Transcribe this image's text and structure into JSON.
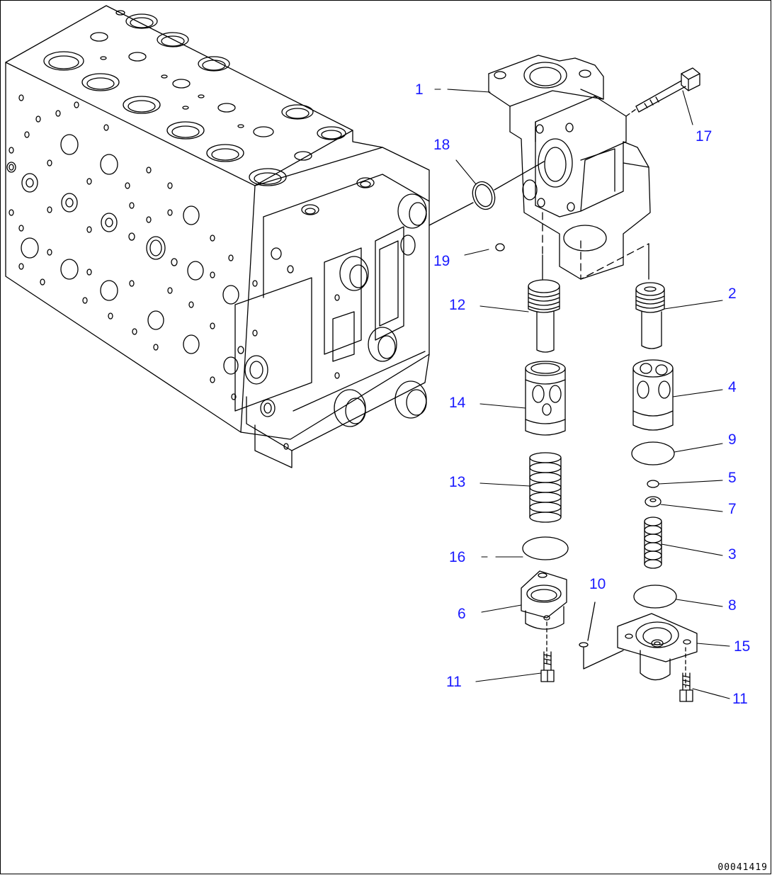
{
  "figure_number": "00041419",
  "callouts": [
    {
      "id": "c1",
      "label": "1"
    },
    {
      "id": "c2",
      "label": "2"
    },
    {
      "id": "c3",
      "label": "3"
    },
    {
      "id": "c4",
      "label": "4"
    },
    {
      "id": "c5",
      "label": "5"
    },
    {
      "id": "c6",
      "label": "6"
    },
    {
      "id": "c7",
      "label": "7"
    },
    {
      "id": "c8",
      "label": "8"
    },
    {
      "id": "c9",
      "label": "9"
    },
    {
      "id": "c10",
      "label": "10"
    },
    {
      "id": "c11a",
      "label": "11"
    },
    {
      "id": "c11b",
      "label": "11"
    },
    {
      "id": "c12",
      "label": "12"
    },
    {
      "id": "c13",
      "label": "13"
    },
    {
      "id": "c14",
      "label": "14"
    },
    {
      "id": "c15",
      "label": "15"
    },
    {
      "id": "c16",
      "label": "16"
    },
    {
      "id": "c17",
      "label": "17"
    },
    {
      "id": "c18",
      "label": "18"
    },
    {
      "id": "c19",
      "label": "19"
    }
  ]
}
